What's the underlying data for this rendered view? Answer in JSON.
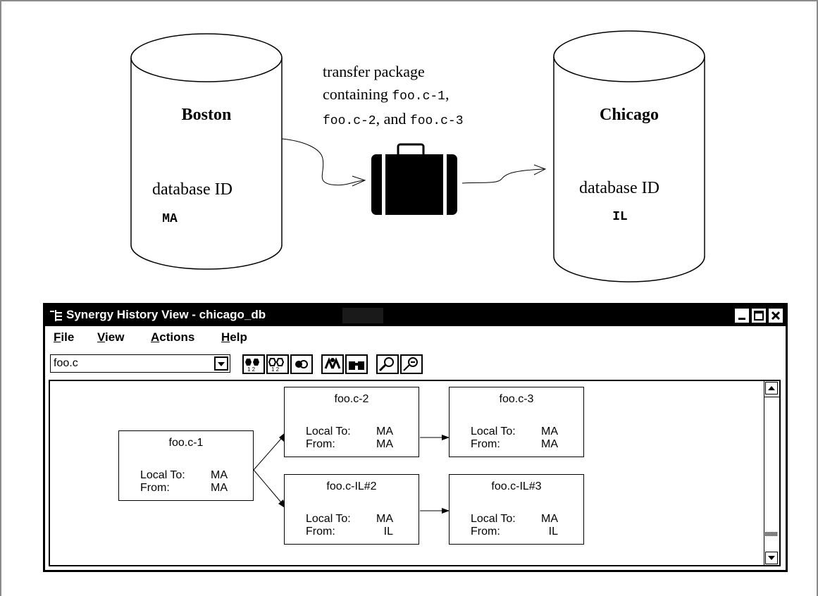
{
  "diagram": {
    "source_db": {
      "name": "Boston",
      "id_label": "database ID",
      "id": "MA"
    },
    "target_db": {
      "name": "Chicago",
      "id_label": "database ID",
      "id": "IL"
    },
    "caption": {
      "line1": "transfer package",
      "line2_pre": "containing ",
      "line2_code": "foo.c-1",
      "line2_post": ",",
      "line3_code1": "foo.c-2",
      "line3_mid": ", and ",
      "line3_code2": "foo.c-3"
    },
    "package_icon": "suitcase-icon"
  },
  "window": {
    "title": "Synergy History View - chicago_db",
    "menu": {
      "file": {
        "accel": "F",
        "rest": "ile"
      },
      "view": {
        "accel": "V",
        "rest": "iew"
      },
      "actions": {
        "accel": "A",
        "rest": "ctions"
      },
      "help": {
        "accel": "H",
        "rest": "elp"
      }
    },
    "object_combo_value": "foo.c",
    "toolbar_icons": [
      "compare-icon",
      "compare-icon",
      "group-icon",
      "find-icon",
      "binoculars-icon",
      "zoom-in-icon",
      "zoom-out-icon"
    ],
    "nodes": [
      {
        "name": "foo.c-1",
        "local_to_label": "Local To:",
        "local_to": "MA",
        "from_label": "From:",
        "from": "MA"
      },
      {
        "name": "foo.c-2",
        "local_to_label": "Local To:",
        "local_to": "MA",
        "from_label": "From:",
        "from": "MA"
      },
      {
        "name": "foo.c-3",
        "local_to_label": "Local To:",
        "local_to": "MA",
        "from_label": "From:",
        "from": "MA"
      },
      {
        "name": "foo.c-IL#2",
        "local_to_label": "Local To:",
        "local_to": "MA",
        "from_label": "From:",
        "from": "IL"
      },
      {
        "name": "foo.c-IL#3",
        "local_to_label": "Local To:",
        "local_to": "MA",
        "from_label": "From:",
        "from": "IL"
      }
    ]
  }
}
